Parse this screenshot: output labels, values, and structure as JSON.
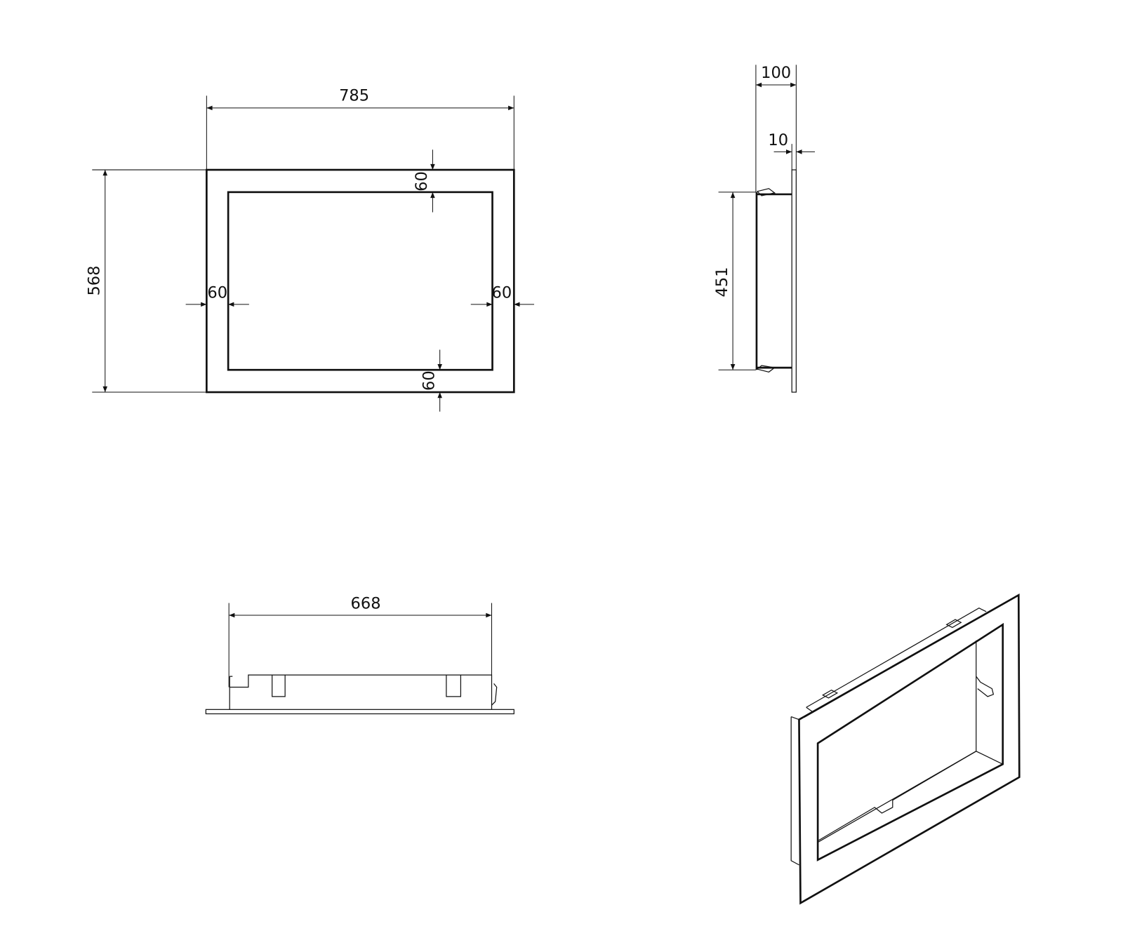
{
  "front_view": {
    "width_label": "785",
    "height_label": "568",
    "border_top_label": "60",
    "border_bottom_label": "60",
    "border_left_label": "60",
    "border_right_label": "60"
  },
  "side_view": {
    "depth_label": "100",
    "flange_label": "10",
    "body_height_label": "451"
  },
  "bottom_view": {
    "body_width_label": "668"
  },
  "colors": {
    "line": "#111111",
    "background": "#ffffff"
  }
}
